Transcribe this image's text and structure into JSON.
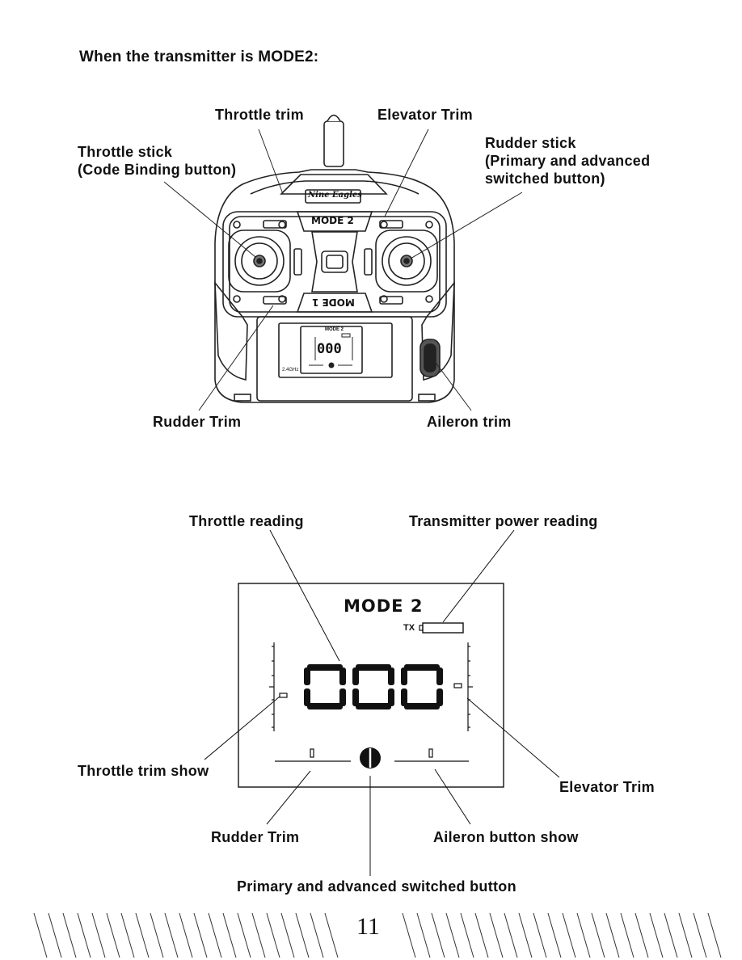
{
  "heading": "When the transmitter is MODE2:",
  "transmitter": {
    "brand": "Nine Eagles",
    "mode_top": "MODE 2",
    "mode_bottom": "MODE 1",
    "lcd_mode": "MODE 2",
    "lcd_reading": "000",
    "lcd_freq": "2.4GHz",
    "labels": {
      "throttle_trim": "Throttle  trim",
      "elevator_trim": "Elevator Trim",
      "throttle_stick_1": "Throttle stick",
      "throttle_stick_2": "(Code Binding button)",
      "rudder_stick_1": "Rudder stick",
      "rudder_stick_2": "(Primary and advanced",
      "rudder_stick_3": "switched button)",
      "rudder_trim": "Rudder Trim",
      "aileron_trim": "Aileron  trim"
    }
  },
  "display": {
    "mode": "MODE 2",
    "tx": "TX",
    "reading": "000",
    "labels": {
      "throttle_reading": "Throttle  reading",
      "power_reading": "Transmitter  power  reading",
      "throttle_trim_show": "Throttle  trim  show",
      "elevator_trim": "Elevator Trim",
      "rudder_trim": "Rudder Trim",
      "aileron_button_show": "Aileron  button  show",
      "switched_button": "Primary and advanced switched button"
    }
  },
  "page_number": "11"
}
